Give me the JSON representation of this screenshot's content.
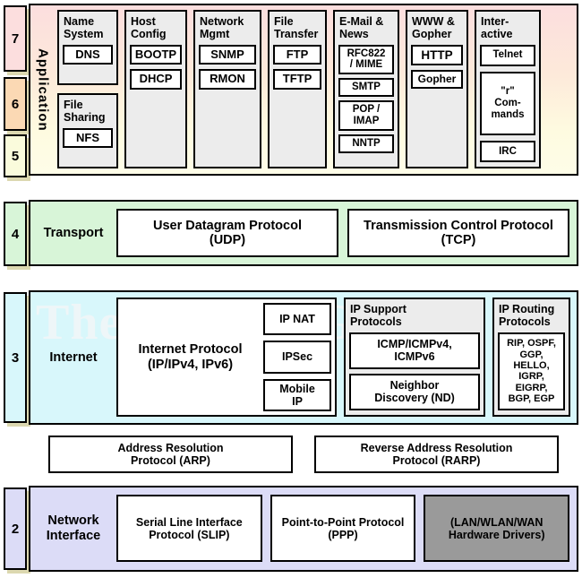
{
  "diagram": {
    "watermark": "The TCP/IP Guide",
    "osi_chips": [
      {
        "num": "7"
      },
      {
        "num": "6"
      },
      {
        "num": "5"
      },
      {
        "num": "4"
      },
      {
        "num": "3"
      },
      {
        "num": "2"
      }
    ]
  },
  "application": {
    "layer_label": "Application",
    "columns": [
      {
        "title": "Name\nSystem",
        "items": [
          {
            "label": "DNS"
          }
        ]
      },
      {
        "title": "File\nSharing",
        "items": [
          {
            "label": "NFS"
          }
        ]
      },
      {
        "title": "Host\nConfig",
        "items": [
          {
            "label": "BOOTP"
          },
          {
            "label": "DHCP"
          }
        ]
      },
      {
        "title": "Network\nMgmt",
        "items": [
          {
            "label": "SNMP"
          },
          {
            "label": "RMON"
          }
        ]
      },
      {
        "title": "File\nTransfer",
        "items": [
          {
            "label": "FTP"
          },
          {
            "label": "TFTP"
          }
        ]
      },
      {
        "title": "E-Mail &\nNews",
        "items": [
          {
            "label": "RFC822\n/ MIME"
          },
          {
            "label": "SMTP"
          },
          {
            "label": "POP /\nIMAP"
          },
          {
            "label": "NNTP"
          }
        ]
      },
      {
        "title": "WWW &\nGopher",
        "items": [
          {
            "label": "HTTP"
          },
          {
            "label": "Gopher"
          }
        ]
      },
      {
        "title": "Inter-\nactive",
        "items": [
          {
            "label": "Telnet"
          },
          {
            "label": "\"r\"\nCom-\nmands"
          },
          {
            "label": "IRC"
          }
        ]
      }
    ]
  },
  "transport": {
    "layer_label": "Transport",
    "items": [
      {
        "label": "User Datagram Protocol\n(UDP)"
      },
      {
        "label": "Transmission Control Protocol\n(TCP)"
      }
    ]
  },
  "internet": {
    "layer_label": "Internet",
    "ip_core": {
      "label": "Internet Protocol\n(IP/IPv4, IPv6)",
      "side_items": [
        {
          "label": "IP NAT"
        },
        {
          "label": "IPSec"
        },
        {
          "label": "Mobile\nIP"
        }
      ]
    },
    "support": {
      "title": "IP Support\nProtocols",
      "items": [
        {
          "label": "ICMP/ICMPv4,\nICMPv6"
        },
        {
          "label": "Neighbor\nDiscovery (ND)"
        }
      ]
    },
    "routing": {
      "title": "IP Routing\nProtocols",
      "items": [
        {
          "label": "RIP, OSPF,\nGGP, HELLO,\nIGRP, EIGRP,\nBGP, EGP"
        }
      ]
    }
  },
  "resolution": {
    "items": [
      {
        "label": "Address Resolution\nProtocol (ARP)"
      },
      {
        "label": "Reverse Address Resolution\nProtocol (RARP)"
      }
    ]
  },
  "network_interface": {
    "layer_label": "Network\nInterface",
    "items": [
      {
        "label": "Serial Line Interface\nProtocol (SLIP)",
        "style": "plain"
      },
      {
        "label": "Point-to-Point Protocol\n(PPP)",
        "style": "plain"
      },
      {
        "label": "(LAN/WLAN/WAN\nHardware Drivers)",
        "style": "hardware"
      }
    ]
  },
  "colors": {
    "application_top": "#fcdede",
    "application_bottom": "#fefde8",
    "transport": "#d8f5d8",
    "internet": "#d8f7fb",
    "network_interface": "#dcdcf7",
    "group_box": "#ececec",
    "hardware_box": "#9a9a9a",
    "chip_shadow": "#dcd8b0",
    "chip_7": "#fcdede",
    "chip_6": "#fbd9b4",
    "chip_5": "#fafbdc",
    "chip_4": "#d8f5d8",
    "chip_3": "#d8f7fb",
    "chip_2": "#dcdcf7",
    "watermark": "#eef6f8"
  }
}
